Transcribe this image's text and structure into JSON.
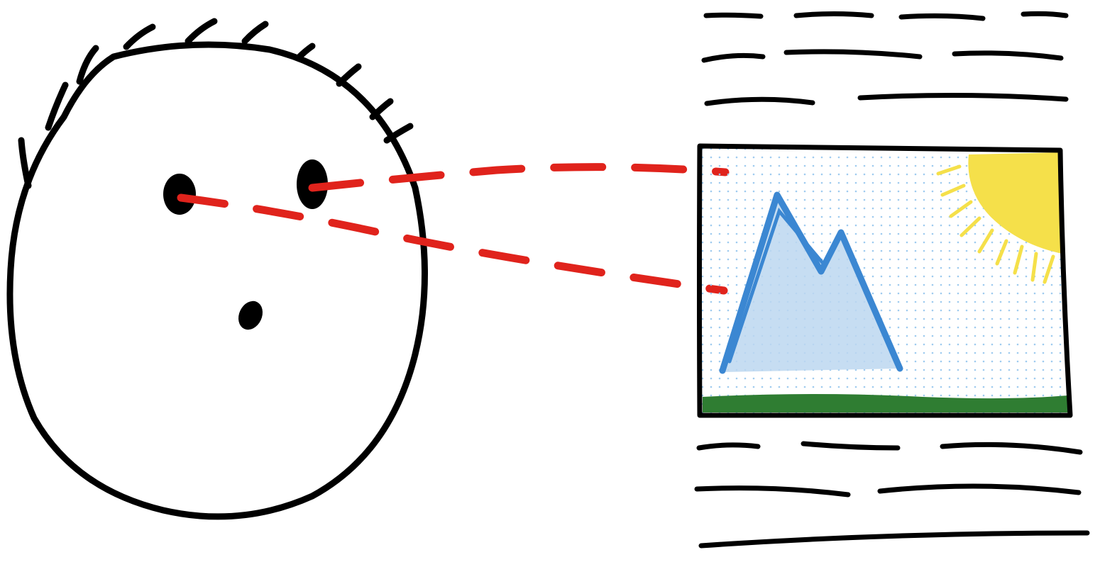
{
  "diagram": {
    "subject": {
      "icon": "face-icon",
      "features": [
        "hair-strokes",
        "left-eye",
        "right-eye",
        "mouth"
      ]
    },
    "sight_lines": {
      "icon": "gaze-line-icon",
      "count": 2,
      "color": "#e0231c",
      "style": "dashed"
    },
    "page": {
      "text_blocks": {
        "above_image_lines": 3,
        "below_image_lines": 3,
        "color": "#000000"
      },
      "image": {
        "icon": "landscape-picture-icon",
        "elements": [
          "mountain-icon",
          "sun-icon",
          "grass-strip"
        ],
        "colors": {
          "mountain": "#3b87d2",
          "mountain_fill": "#bcd7f0",
          "sun": "#f5e04a",
          "grass": "#2f7d32",
          "dots": "#9fcbef",
          "frame": "#000000"
        }
      }
    }
  }
}
